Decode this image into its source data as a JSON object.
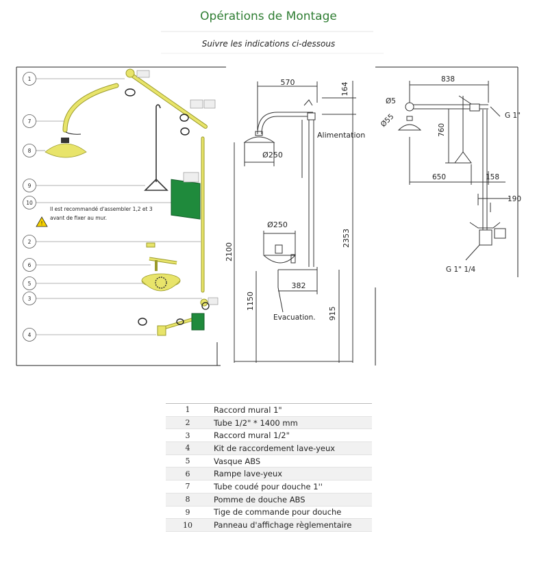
{
  "header": {
    "title": "Opérations de Montage",
    "subtitle": "Suivre les indications ci-dessous"
  },
  "left_panel": {
    "callouts": [
      "1",
      "7",
      "8",
      "9",
      "10",
      "2",
      "6",
      "5",
      "3",
      "4"
    ],
    "note_line1": "Il est recommandé d'assembler 1,2 et 3",
    "note_line2": "avant de fixer au mur."
  },
  "middle_drawing": {
    "dim_top": "570",
    "dim_164": "164",
    "label_alimentation": "Alimentation",
    "dim_phi250_top": "Ø250",
    "dim_phi250_bowl": "Ø250",
    "dim_2100": "2100",
    "dim_2353": "2353",
    "dim_382": "382",
    "dim_1150": "1150",
    "dim_915": "915",
    "label_evacuation": "Evacuation."
  },
  "right_drawing": {
    "dim_838": "838",
    "dim_phi5": "Ø5",
    "dim_phi55": "Ø55",
    "label_g1_top": "G 1\"",
    "dim_760": "760",
    "dim_650": "650",
    "dim_158": "158",
    "dim_190": "190",
    "label_g1_bottom": "G 1\" 1/4"
  },
  "parts": [
    {
      "num": "1",
      "label": "Raccord mural 1\""
    },
    {
      "num": "2",
      "label": "Tube 1/2\" * 1400 mm"
    },
    {
      "num": "3",
      "label": "Raccord mural 1/2\""
    },
    {
      "num": "4",
      "label": "Kit de raccordement lave-yeux"
    },
    {
      "num": "5",
      "label": "Vasque ABS"
    },
    {
      "num": "6",
      "label": "Rampe lave-yeux"
    },
    {
      "num": "7",
      "label": "Tube coudé pour douche 1''"
    },
    {
      "num": "8",
      "label": "Pomme de douche ABS"
    },
    {
      "num": "9",
      "label": "Tige de commande pour douche"
    },
    {
      "num": "10",
      "label": "Panneau d'affichage règlementaire"
    }
  ],
  "colors": {
    "title_green": "#2e7d32",
    "part_yellow": "#e8e46a",
    "part_stroke": "#9a9a2a",
    "sign_green": "#1f8a3c",
    "warning_yellow": "#f5d000"
  }
}
